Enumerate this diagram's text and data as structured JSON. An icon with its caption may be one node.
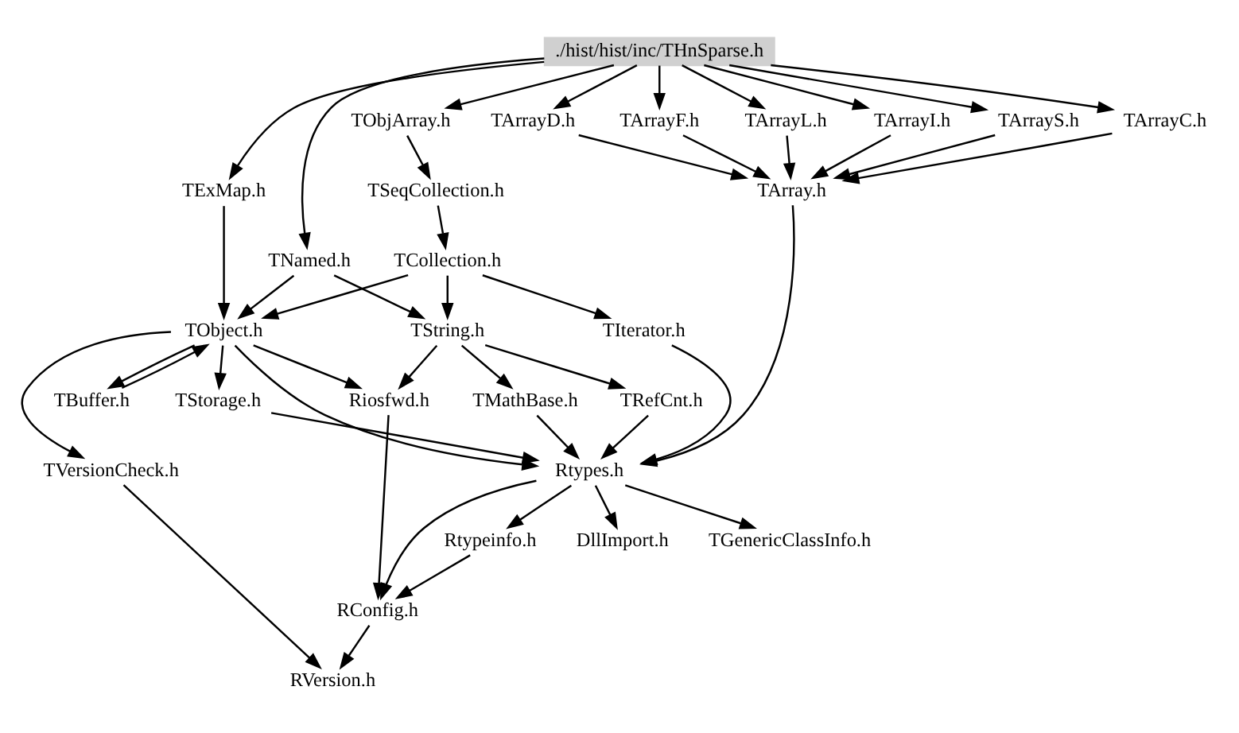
{
  "diagram": {
    "nodes": [
      {
        "text": [
          "./hist/hist/inc/THnSparse.h"
        ]
      },
      {
        "text": [
          "TObjArray.h"
        ]
      },
      {
        "text": [
          "TArrayI.h"
        ]
      },
      {
        "text": [
          "TArrayS.h"
        ]
      },
      {
        "text": [
          "TArrayC.h"
        ]
      },
      {
        "text": [
          "TArrayD.h"
        ]
      },
      {
        "text": [
          "TArrayF.h"
        ]
      },
      {
        "text": [
          "TArrayL.h"
        ]
      },
      {
        "text": [
          "TExMap.h"
        ]
      },
      {
        "text": [
          "TSeqCollection.h"
        ]
      },
      {
        "text": [
          "TArray.h"
        ]
      },
      {
        "text": [
          "TNamed.h"
        ]
      },
      {
        "text": [
          "TCollection.h"
        ]
      },
      {
        "text": [
          "TObject.h"
        ]
      },
      {
        "text": [
          "TString.h"
        ]
      },
      {
        "text": [
          "TIterator.h"
        ]
      },
      {
        "text": [
          "TBuffer.h"
        ]
      },
      {
        "text": [
          "TStorage.h"
        ]
      },
      {
        "text": [
          "Riosfwd.h"
        ]
      },
      {
        "text": [
          "TMathBase.h"
        ]
      },
      {
        "text": [
          "TRefCnt.h"
        ]
      },
      {
        "text": [
          "TVersionCheck.h"
        ]
      },
      {
        "text": [
          "Rtypes.h"
        ]
      },
      {
        "text": [
          "DllImport.h"
        ]
      },
      {
        "text": [
          "TGenericClassInfo.h"
        ]
      },
      {
        "text": [
          "Rtypeinfo.h"
        ]
      },
      {
        "text": [
          "RConfig.h"
        ]
      },
      {
        "text": [
          "RVersion.h"
        ]
      }
    ],
    "edges": [
      {
        "from": 0,
        "to": 8,
        "arrow": "to"
      },
      {
        "from": 0,
        "to": 11,
        "arrow": "to"
      },
      {
        "from": 0,
        "to": 1,
        "arrow": "to"
      },
      {
        "from": 0,
        "to": 2,
        "arrow": "to"
      },
      {
        "from": 0,
        "to": 3,
        "arrow": "to"
      },
      {
        "from": 0,
        "to": 4,
        "arrow": "to"
      },
      {
        "from": 0,
        "to": 5,
        "arrow": "to"
      },
      {
        "from": 0,
        "to": 6,
        "arrow": "to"
      },
      {
        "from": 0,
        "to": 7,
        "arrow": "to"
      },
      {
        "from": 1,
        "to": 9,
        "arrow": "to"
      },
      {
        "from": 2,
        "to": 10,
        "arrow": "to"
      },
      {
        "from": 3,
        "to": 10,
        "arrow": "to"
      },
      {
        "from": 4,
        "to": 10,
        "arrow": "to"
      },
      {
        "from": 5,
        "to": 10,
        "arrow": "to"
      },
      {
        "from": 6,
        "to": 10,
        "arrow": "to"
      },
      {
        "from": 7,
        "to": 10,
        "arrow": "to"
      },
      {
        "from": 9,
        "to": 12,
        "arrow": "to"
      },
      {
        "from": 8,
        "to": 13,
        "arrow": "to"
      },
      {
        "from": 11,
        "to": 13,
        "arrow": "to"
      },
      {
        "from": 11,
        "to": 14,
        "arrow": "to"
      },
      {
        "from": 12,
        "to": 13,
        "arrow": "to"
      },
      {
        "from": 12,
        "to": 14,
        "arrow": "to"
      },
      {
        "from": 12,
        "to": 15,
        "arrow": "to"
      },
      {
        "from": 10,
        "to": 22,
        "arrow": "to"
      },
      {
        "from": 15,
        "to": 22,
        "arrow": "to"
      },
      {
        "from": 13,
        "to": 16,
        "arrow": "to"
      },
      {
        "from": 16,
        "to": 13,
        "arrow": "to"
      },
      {
        "from": 13,
        "to": 17,
        "arrow": "to"
      },
      {
        "from": 13,
        "to": 18,
        "arrow": "to"
      },
      {
        "from": 13,
        "to": 21,
        "arrow": "to"
      },
      {
        "from": 13,
        "to": 22,
        "arrow": "to"
      },
      {
        "from": 14,
        "to": 18,
        "arrow": "to"
      },
      {
        "from": 14,
        "to": 19,
        "arrow": "to"
      },
      {
        "from": 14,
        "to": 20,
        "arrow": "to"
      },
      {
        "from": 17,
        "to": 22,
        "arrow": "to"
      },
      {
        "from": 19,
        "to": 22,
        "arrow": "to"
      },
      {
        "from": 20,
        "to": 22,
        "arrow": "to"
      },
      {
        "from": 18,
        "to": 26,
        "arrow": "to"
      },
      {
        "from": 21,
        "to": 27,
        "arrow": "to"
      },
      {
        "from": 22,
        "to": 23,
        "arrow": "to"
      },
      {
        "from": 22,
        "to": 24,
        "arrow": "to"
      },
      {
        "from": 22,
        "to": 25,
        "arrow": "to"
      },
      {
        "from": 22,
        "to": 26,
        "arrow": "to"
      },
      {
        "from": 25,
        "to": 26,
        "arrow": "to"
      },
      {
        "from": 26,
        "to": 27,
        "arrow": "to"
      }
    ]
  }
}
